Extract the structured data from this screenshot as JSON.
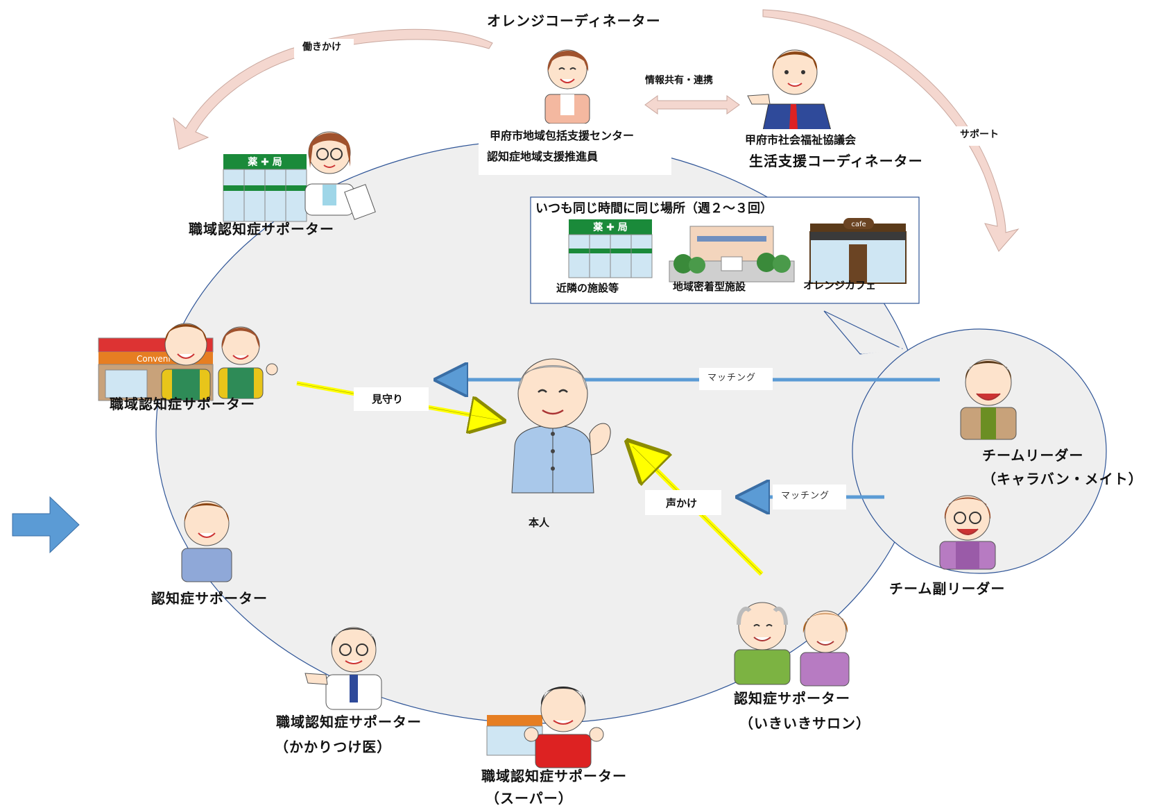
{
  "colors": {
    "circle_fill": "#efefef",
    "circle_stroke": "#2f5597",
    "yellow_arrow": "#ffff00",
    "blue_arrow": "#5b9bd5",
    "pale_arrow": "#f4d7cf",
    "big_blue_arrow": "#5b9bd5"
  },
  "labels": {
    "orange_coordinator": "オレンジコーディネーター",
    "hatarakikake": "働きかけ",
    "support": "サポート",
    "info_share": "情報共有・連携",
    "kofu_center_line1": "甲府市地域包括支援センター",
    "kofu_center_line2": "認知症地域支援推進員",
    "shakyo_line1": "甲府市社会福祉協議会",
    "shakyo_line2": "生活支援コーディネーター",
    "places_title": "いつも同じ時間に同じ場所（週２～３回）",
    "place_1": "近隣の施設等",
    "place_2": "地域密着型施設",
    "place_3": "オレンジカフェ",
    "pharmacy_sign": "薬 ✚ 局",
    "cafe_sign": "cafe",
    "conveni_sign": "Conveni",
    "workplace_supporter_pharmacy": "職域認知症サポーター",
    "workplace_supporter_conveni": "職域認知症サポーター",
    "mimamori": "見守り",
    "matching_1": "マッチング",
    "matching_2": "マッチング",
    "koekake": "声かけ",
    "honnin": "本人",
    "team_leader_line1": "チームリーダー",
    "team_leader_line2": "（キャラバン・メイト）",
    "team_subleader": "チーム副リーダー",
    "supporter": "認知症サポーター",
    "salon_line1": "認知症サポーター",
    "salon_line2": "（いきいきサロン）",
    "doctor_line1": "職域認知症サポーター",
    "doctor_line2": "（かかりつけ医）",
    "super_line1": "職域認知症サポーター",
    "super_line2": "（スーパー）"
  }
}
